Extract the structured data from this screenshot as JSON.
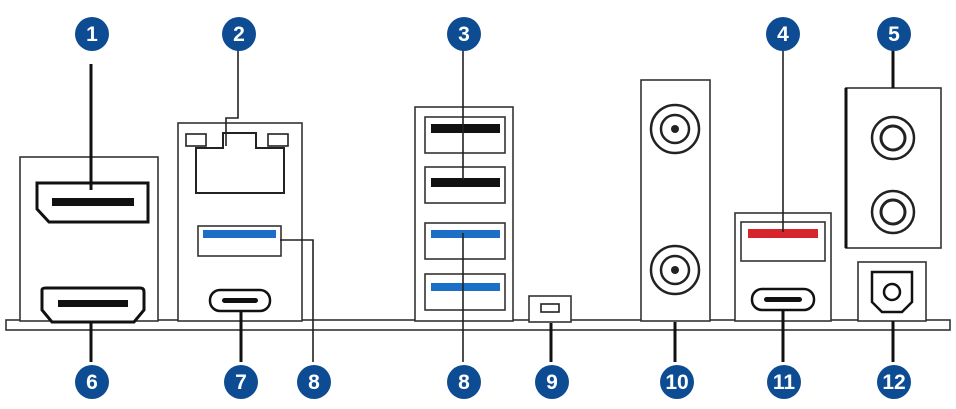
{
  "callouts": [
    {
      "n": "1",
      "port": "DisplayPort"
    },
    {
      "n": "2",
      "port": "LAN (RJ-45) port"
    },
    {
      "n": "3",
      "port": "USB ports"
    },
    {
      "n": "4",
      "port": "Red USB port"
    },
    {
      "n": "5",
      "port": "Audio jacks"
    },
    {
      "n": "6",
      "port": "HDMI port"
    },
    {
      "n": "7",
      "port": "USB Type-C port"
    },
    {
      "n": "8",
      "port": "USB 3 ports"
    },
    {
      "n": "8",
      "port": "USB 3 ports"
    },
    {
      "n": "9",
      "port": "Button"
    },
    {
      "n": "10",
      "port": "Wi-Fi antenna connectors"
    },
    {
      "n": "11",
      "port": "USB Type-C port"
    },
    {
      "n": "12",
      "port": "Optical S/PDIF out"
    }
  ],
  "colors": {
    "badge": "#0d4c92",
    "usb_blue": "#1b6fc6",
    "usb_red": "#d6262b",
    "outline": "#333333"
  }
}
